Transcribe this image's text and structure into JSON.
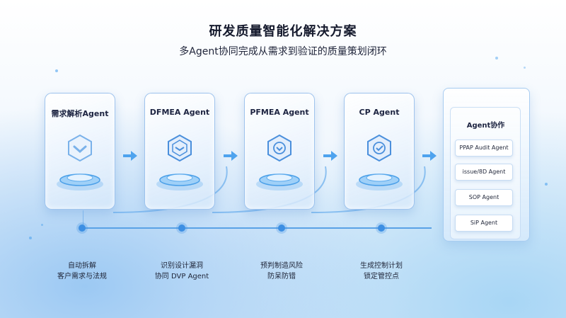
{
  "header": {
    "title": "研发质量智能化解决方案",
    "subtitle": "多Agent协同完成从需求到验证的质量策划闭环"
  },
  "agents": [
    {
      "title": "需求解析Agent",
      "label_line1": "自动拆解",
      "label_line2": "客户需求与法规"
    },
    {
      "title": "DFMEA Agent",
      "label_line1": "识别设计漏洞",
      "label_line2": "协同 DVP Agent"
    },
    {
      "title": "PFMEA  Agent",
      "label_line1": "预判制造风险",
      "label_line2": "防呆防错"
    },
    {
      "title": "CP Agent",
      "label_line1": "生成控制计划",
      "label_line2": "锁定管控点"
    }
  ],
  "collaboration": {
    "title": "Agent协作",
    "items": [
      "PPAP Audit Agent",
      "issue/8D Agent",
      "SOP  Agent",
      "SiP  Agent"
    ]
  },
  "colors": {
    "accent": "#3d8fe3",
    "icon_blue": "#4a8fdc",
    "arrow": "#4ea3ee"
  }
}
